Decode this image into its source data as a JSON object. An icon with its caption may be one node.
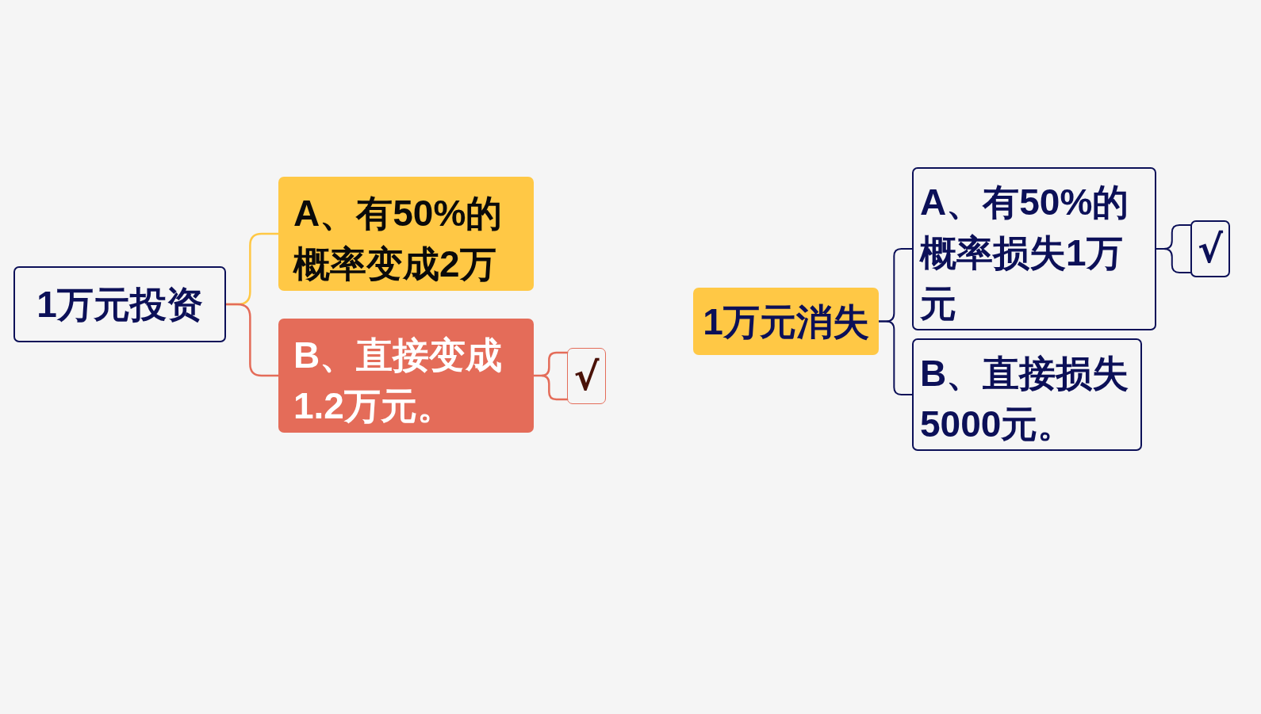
{
  "diagram": {
    "nodes": [
      {
        "text": [
          "1万元投资"
        ]
      },
      {
        "text": [
          "A、有50%的概率变成2万"
        ]
      },
      {
        "text": [
          "B、直接变成1.2万元。"
        ]
      },
      {
        "text": [
          "√"
        ]
      },
      {
        "text": [
          "1万元消失"
        ]
      },
      {
        "text": [
          "A、有50%的概率损失1万元"
        ]
      },
      {
        "text": [
          "B、直接损失5000元。"
        ]
      },
      {
        "text": [
          "√"
        ]
      }
    ],
    "edges": [
      {
        "from": 0,
        "to": 1,
        "arrow": "none",
        "color": "#ffc845"
      },
      {
        "from": 0,
        "to": 2,
        "arrow": "none",
        "color": "#e46c59"
      },
      {
        "from": 2,
        "to": 3,
        "arrow": "none",
        "color": "#e46c59"
      },
      {
        "from": 4,
        "to": 5,
        "arrow": "none"
      },
      {
        "from": 4,
        "to": 6,
        "arrow": "none"
      },
      {
        "from": 5,
        "to": 7,
        "arrow": "none"
      }
    ]
  }
}
